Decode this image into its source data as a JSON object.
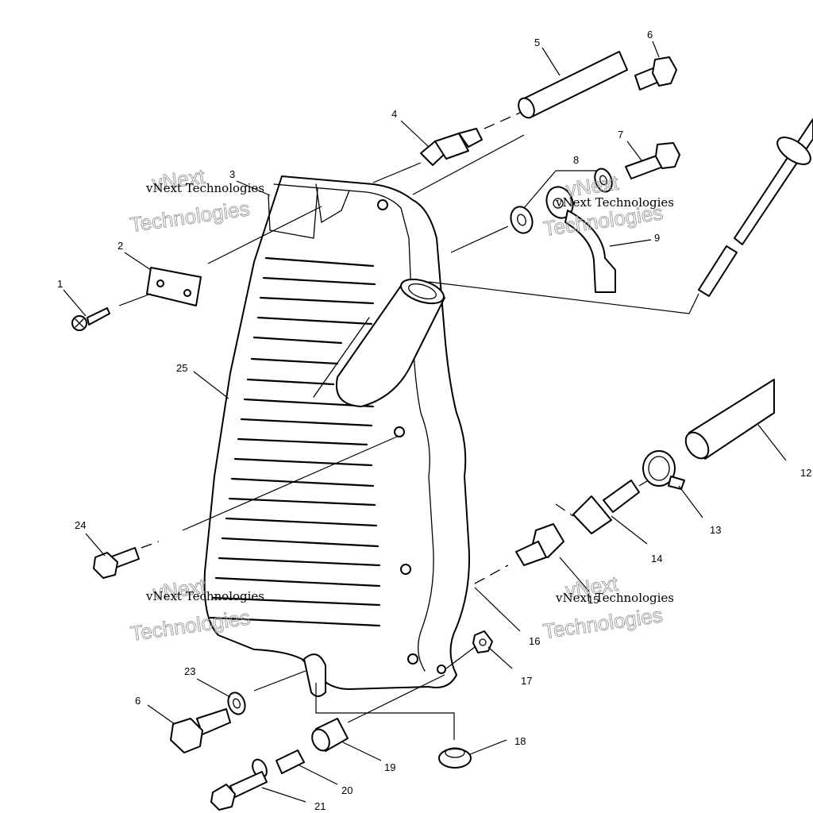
{
  "callouts": {
    "c1": "1",
    "c2": "2",
    "c3": "3",
    "c4": "4",
    "c5": "5",
    "c6": "6",
    "c7": "7",
    "c8": "8",
    "c9": "9",
    "c12": "12",
    "c13": "13",
    "c14": "14",
    "c15": "15",
    "c16": "16",
    "c17": "17",
    "c18": "18",
    "c19": "19",
    "c20": "20",
    "c21": "21",
    "c23": "23",
    "c24": "24",
    "c25": "25",
    "c6b": "6"
  },
  "watermark": {
    "line_small": "vNext Technologies",
    "line_big_a": "vNext",
    "line_big_b": "Technologies"
  }
}
